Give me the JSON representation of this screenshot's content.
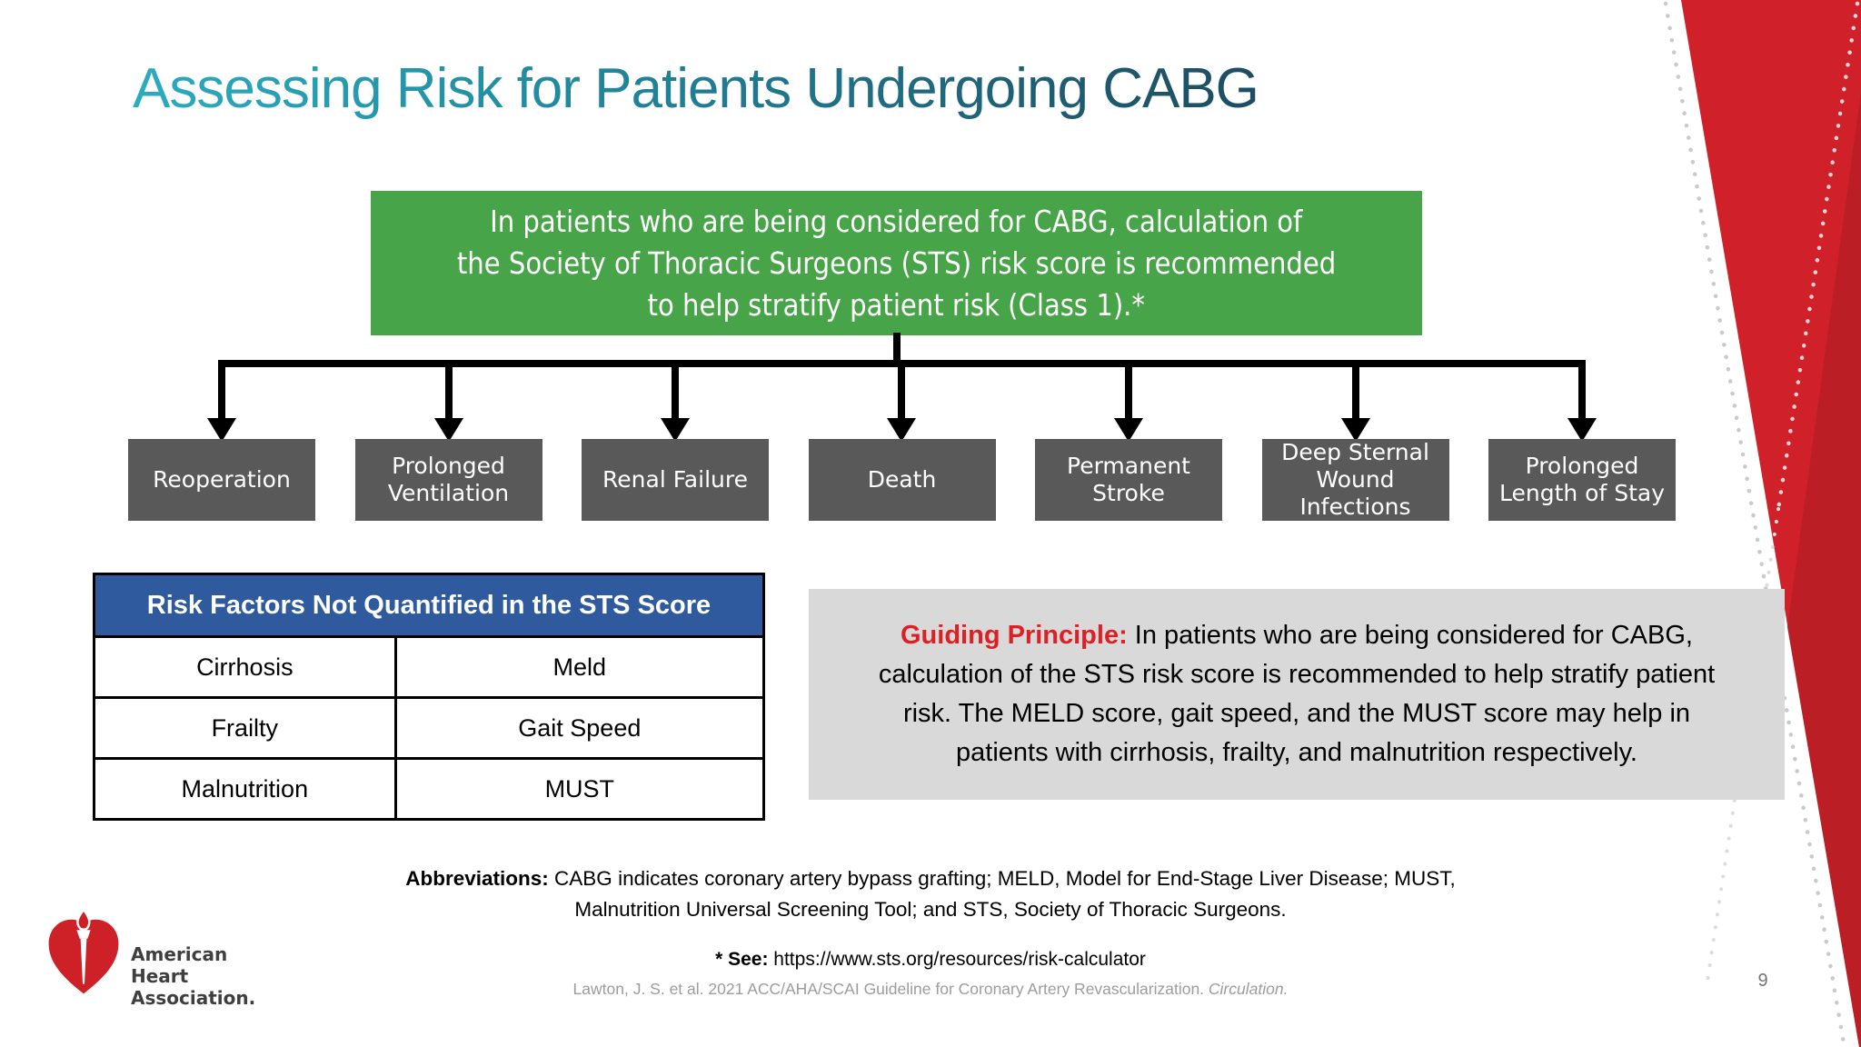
{
  "slide": {
    "title": "Assessing Risk for Patients Undergoing CABG",
    "page_number": "9"
  },
  "colors": {
    "title_gradient_start": "#2BACBE",
    "title_gradient_end": "#1B3A50",
    "recommendation_green": "#48A448",
    "outcome_gray": "#595959",
    "table_header_blue": "#2F5B9E",
    "principle_bg_gray": "#D9D9D9",
    "accent_red": "#D0202A",
    "principle_label_red": "#DD2026"
  },
  "recommendation_box": {
    "lines": [
      "In patients who are being considered for CABG, calculation of",
      "the Society of Thoracic Surgeons (STS) risk score is recommended",
      "to help stratify patient risk (Class 1).*"
    ]
  },
  "outcomes": [
    "Reoperation",
    "Prolonged Ventilation",
    "Renal Failure",
    "Death",
    "Permanent Stroke",
    "Deep Sternal Wound Infections",
    "Prolonged Length of Stay"
  ],
  "risk_table": {
    "header": "Risk Factors Not Quantified in the STS Score",
    "rows": [
      [
        "Cirrhosis",
        "Meld"
      ],
      [
        "Frailty",
        "Gait Speed"
      ],
      [
        "Malnutrition",
        "MUST"
      ]
    ]
  },
  "guiding_principle": {
    "label": "Guiding Principle:",
    "line1_rest": " In patients who are being considered for CABG,",
    "line2": "calculation of the STS risk score is recommended to help stratify patient",
    "line3": "risk. The MELD score, gait speed, and the MUST score may help in",
    "line4": "patients with cirrhosis, frailty, and malnutrition respectively."
  },
  "abbreviations": {
    "label": "Abbreviations:",
    "line1_rest": " CABG indicates coronary artery bypass grafting; MELD, Model for End-Stage Liver Disease; MUST,",
    "line2": "Malnutrition Universal Screening Tool; and STS, Society of Thoracic Surgeons."
  },
  "see_note": {
    "label": "* See:",
    "url": " https://www.sts.org/resources/risk-calculator"
  },
  "citation": {
    "text": "Lawton, J. S. et al. 2021 ACC/AHA/SCAI Guideline for Coronary Artery Revascularization. ",
    "journal": "Circulation."
  },
  "logo": {
    "line1": "American",
    "line2": "Heart",
    "line3": "Association."
  }
}
